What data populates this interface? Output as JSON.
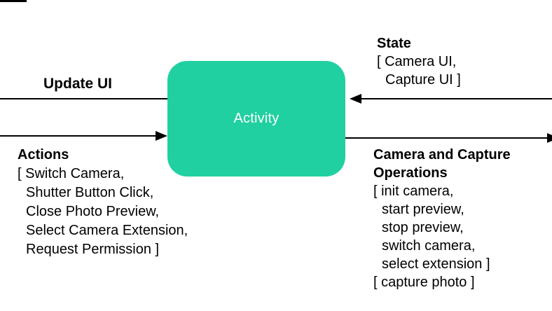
{
  "node_activity": {
    "label": "Activity",
    "fill_color": "#21d0a1",
    "label_color": "#ffffff"
  },
  "edges": {
    "update_ui": {
      "label": "Update UI",
      "direction": "out-left"
    },
    "actions": {
      "title": "Actions",
      "direction": "in-left",
      "lines": [
        "[ Switch Camera,",
        "Shutter Button Click,",
        "Close Photo Preview,",
        "Select Camera Extension,",
        "Request Permission ]"
      ]
    },
    "state": {
      "title": "State",
      "direction": "in-right",
      "lines": [
        "[ Camera UI,",
        "Capture UI ]"
      ]
    },
    "camera_ops": {
      "title_lines": [
        "Camera and Capture",
        "Operations"
      ],
      "direction": "out-right",
      "lines": [
        "[ init camera,",
        "start preview,",
        "stop preview,",
        "switch camera,",
        "select extension ]",
        "[ capture photo ]"
      ]
    }
  },
  "colors": {
    "line": "#000000",
    "text": "#000000",
    "background": "#ffffff"
  }
}
